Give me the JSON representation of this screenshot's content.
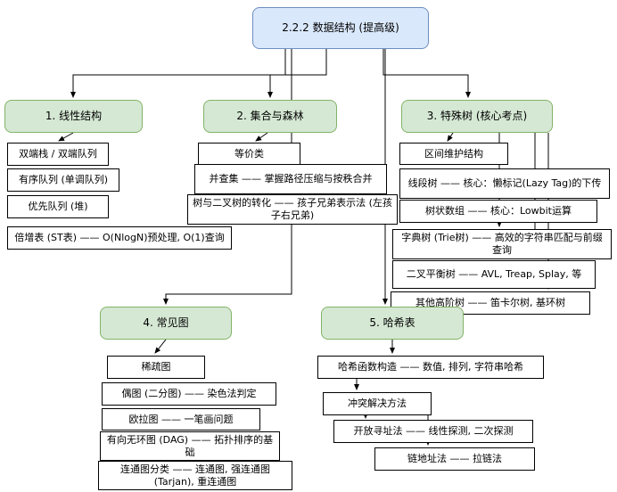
{
  "title": "2.2.2 数据结构 (提高级)",
  "colors": {
    "root_fill": "#dae8fc",
    "root_border": "#6c8ebf",
    "category_fill": "#d5e8d4",
    "category_border": "#82b366",
    "item_fill": "#ffffff",
    "item_border": "#000000",
    "connector": "#000000"
  },
  "root": {
    "label": "2.2.2 数据结构 (提高级)"
  },
  "categories": [
    {
      "label": "1. 线性结构",
      "items": [
        "双端栈 / 双端队列",
        "有序队列 (单调队列)",
        "优先队列 (堆)",
        "倍增表 (ST表) —— O(NlogN)预处理, O(1)查询"
      ]
    },
    {
      "label": "2. 集合与森林",
      "items": [
        "等价类",
        "并查集 —— 掌握路径压缩与按秩合并",
        "树与二叉树的转化 —— 孩子兄弟表示法 (左孩子右兄弟)"
      ]
    },
    {
      "label": "3. 特殊树 (核心考点)",
      "items": [
        "区间维护结构",
        "线段树 —— 核心：懒标记(Lazy Tag)的下传",
        "树状数组 —— 核心：Lowbit运算",
        "字典树 (Trie树) —— 高效的字符串匹配与前缀查询",
        "二叉平衡树 —— AVL, Treap, Splay, 等",
        "其他高阶树 —— 笛卡尔树, 基环树"
      ]
    },
    {
      "label": "4. 常见图",
      "items": [
        "稀疏图",
        "偶图 (二分图) —— 染色法判定",
        "欧拉图 —— 一笔画问题",
        "有向无环图 (DAG) —— 拓扑排序的基础",
        "连通图分类 —— 连通图, 强连通图(Tarjan), 重连通图"
      ]
    },
    {
      "label": "5. 哈希表",
      "items": [
        "哈希函数构造 —— 数值, 排列, 字符串哈希",
        "冲突解决方法",
        "开放寻址法 —— 线性探测, 二次探测",
        "链地址法 —— 拉链法"
      ]
    }
  ]
}
